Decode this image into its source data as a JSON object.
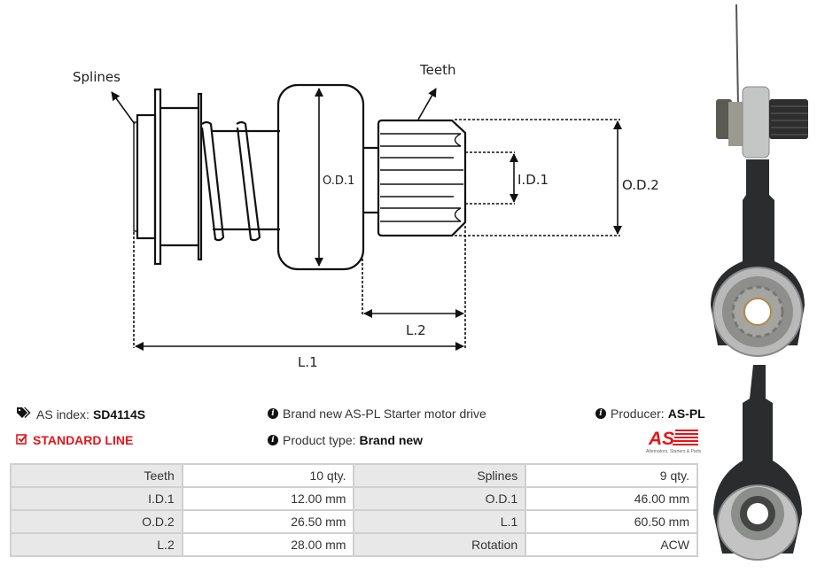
{
  "diagram": {
    "labels": {
      "splines": "Splines",
      "teeth": "Teeth",
      "od1": "O.D.1",
      "id1": "I.D.1",
      "od2": "O.D.2",
      "l1": "L.1",
      "l2": "L.2"
    }
  },
  "info": {
    "as_index_label": "AS index:",
    "as_index_value": "SD4114S",
    "standard_line": "STANDARD LINE",
    "description": "Brand new AS-PL Starter motor drive",
    "product_type_label": "Product type:",
    "product_type_value": "Brand new",
    "producer_label": "Producer:",
    "producer_value": "AS-PL"
  },
  "logo": {
    "text": "AS",
    "tagline": "Alternators, Starters & Parts",
    "color": "#e3161b"
  },
  "icons": {
    "tags": "tags-icon",
    "checkbox": "check-square-icon",
    "info": "info-circle-icon"
  },
  "specs": {
    "rows": [
      [
        {
          "k": "Teeth",
          "v": "10 qty."
        },
        {
          "k": "Splines",
          "v": "9 qty."
        }
      ],
      [
        {
          "k": "I.D.1",
          "v": "12.00 mm"
        },
        {
          "k": "O.D.1",
          "v": "46.00 mm"
        }
      ],
      [
        {
          "k": "O.D.2",
          "v": "26.50 mm"
        },
        {
          "k": "L.1",
          "v": "60.50 mm"
        }
      ],
      [
        {
          "k": "L.2",
          "v": "28.00 mm"
        },
        {
          "k": "Rotation",
          "v": "ACW"
        }
      ]
    ]
  },
  "colors": {
    "accent_red": "#e3161b",
    "key_cell_bg": "#e8e8e8",
    "border": "#d0d0d0"
  }
}
